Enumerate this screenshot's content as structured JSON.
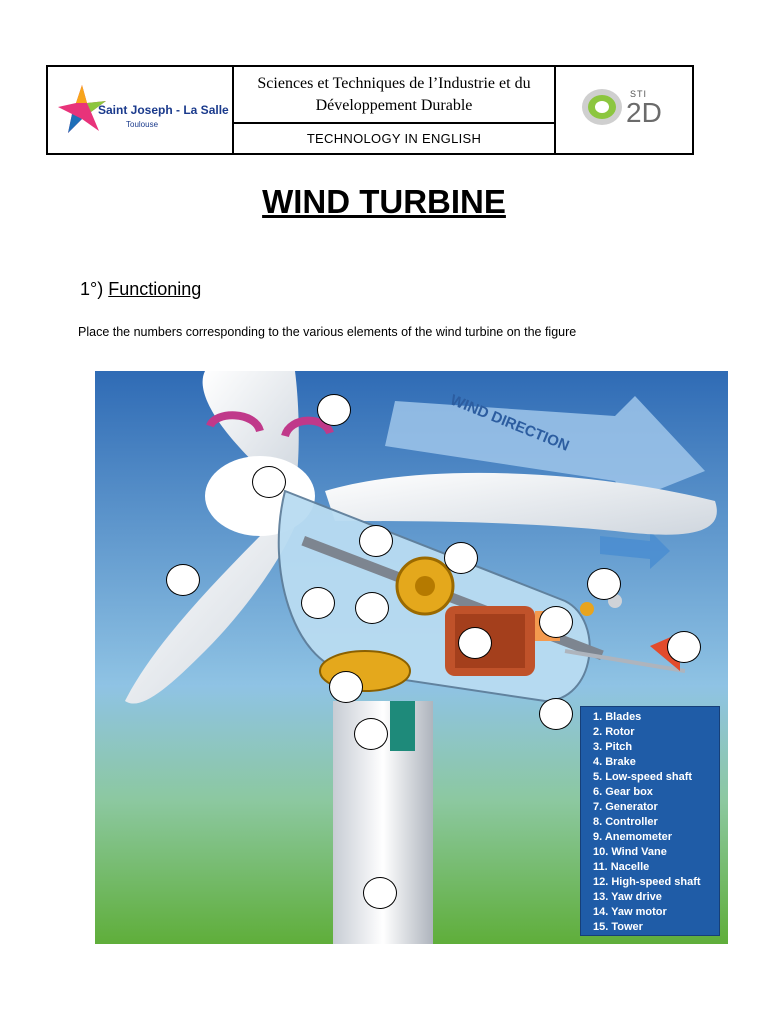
{
  "header": {
    "school_name": "Saint Joseph - La Salle",
    "school_city": "Toulouse",
    "course_title": "Sciences et Techniques de l’Industrie et du Développement Durable",
    "subtitle": "TECHNOLOGY IN ENGLISH",
    "sti_small": "STI",
    "sti_big": "2D"
  },
  "title": "WIND TURBINE",
  "section": {
    "number": "1°)",
    "heading": "Functioning"
  },
  "instruction": "Place the numbers corresponding to the various elements of the wind turbine on the figure",
  "figure": {
    "wind_label": "WIND DIRECTION",
    "legend": [
      "1. Blades",
      "2. Rotor",
      "3. Pitch",
      "4. Brake",
      "5. Low-speed shaft",
      "6. Gear box",
      "7. Generator",
      "8. Controller",
      "9. Anemometer",
      "10. Wind Vane",
      "11. Nacelle",
      "12. High-speed shaft",
      "13. Yaw drive",
      "14. Yaw motor",
      "15. Tower"
    ]
  },
  "colors": {
    "sky_top": "#2f6bb5",
    "sky_bottom": "#8fc3e4",
    "ground": "#5fae3a",
    "legend_bg": "#1f5ca7"
  }
}
